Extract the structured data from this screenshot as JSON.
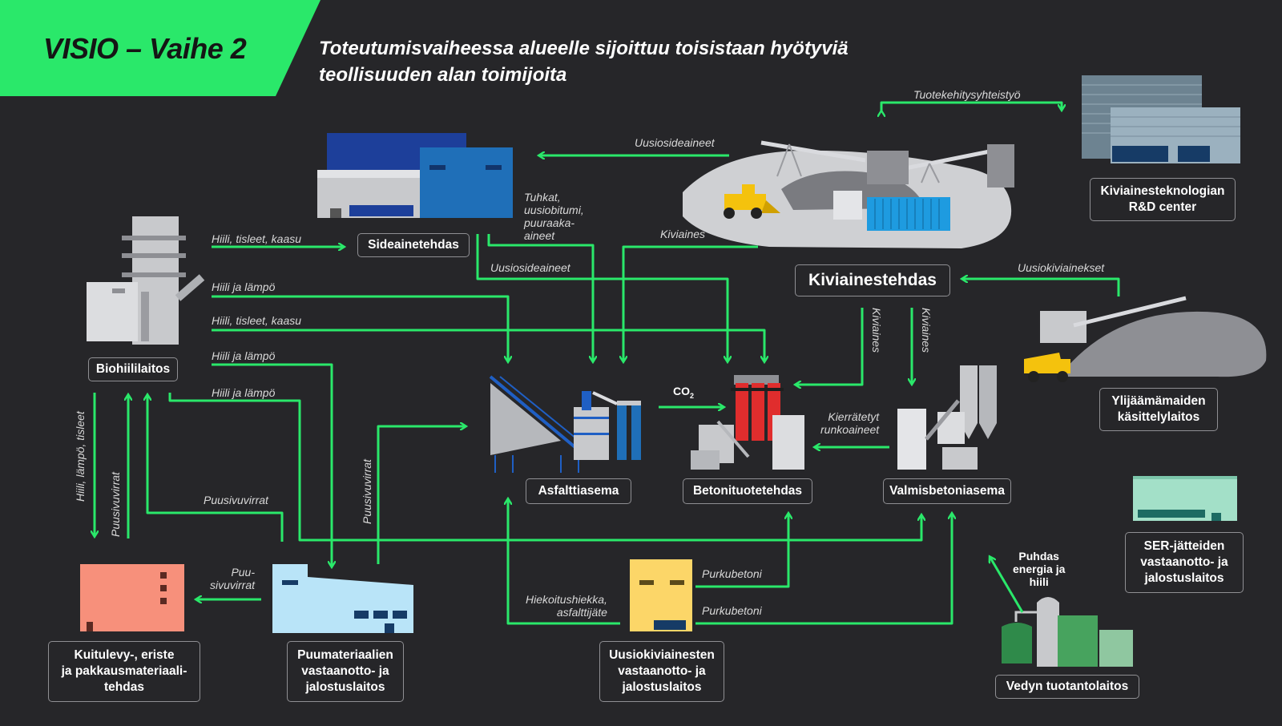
{
  "header": {
    "title": "VISIO – Vaihe 2",
    "subtitle": "Toteutumisvaiheessa  alueelle sijoittuu toisistaan hyötyviä teollisuuden alan toimijoita"
  },
  "colors": {
    "background": "#262629",
    "accent": "#2ae86a",
    "flow": "#2ae86a",
    "text": "#ffffff"
  },
  "nodes": {
    "sideainetehdas": "Sideainetehdas",
    "kiviainestehdas": "Kiviainestehdas",
    "kiviainesteknologian": "Kiviainesteknologian\nR&D center",
    "biohiililaitos": "Biohiililaitos",
    "ylijaama": "Ylijäämämaiden\nkäsittelylaitos",
    "asfalttiasema": "Asfalttiasema",
    "betonituotetehdas": "Betonituotetehdas",
    "valmisbetoniasema": "Valmisbetoniasema",
    "ser": "SER-jätteiden\nvastaanotto- ja\njalostuslaitos",
    "kuitulevy": "Kuitulevy-, eriste\nja pakkausmateriaali-\ntehdas",
    "puumateriaalien": "Puumateriaalien\nvastaanotto- ja\njalostuslaitos",
    "uusiokiviainesten": "Uusiokiviainesten\nvastaanotto- ja\njalostuslaitos",
    "vedyn": "Vedyn tuotantolaitos"
  },
  "flows": {
    "tuotekehitys": "Tuotekehitysyhteistyö",
    "uusiosideaineet_top": "Uusiosideaineet",
    "tuhkat": "Tuhkat,\nuusiobitumi,\npuuraaka-\naineet",
    "kiviaines_top": "Kiviaines",
    "uusiosideaineet_mid": "Uusiosideaineet",
    "uusiokiviainekset": "Uusiokiviainekset",
    "hiili_tisleet_kaasu_1": "Hiili, tisleet, kaasu",
    "hiili_lampo_1": "Hiili ja lämpö",
    "hiili_tisleet_kaasu_2": "Hiili, tisleet, kaasu",
    "hiili_lampo_2": "Hiili ja lämpö",
    "hiili_lampo_3": "Hiili ja lämpö",
    "kiviaines_v1": "Kiviaines",
    "kiviaines_v2": "Kiviaines",
    "co2_main": "CO",
    "co2_sub": "2",
    "kierratetyt": "Kierrätetyt\nrunkoaineet",
    "hiili_lampo_tisleet_v": "Hiili, lämpö, tisleet",
    "puusivuvirrat_v": "Puusivuvirrat",
    "puusivuvirrat_h": "Puusivuvirrat",
    "puusivuvirrat_v2": "Puusivuvirrat",
    "puu_sivuvirrat": "Puu-\nsivuvirrat",
    "purkubetoni_1": "Purkubetoni",
    "purkubetoni_2": "Purkubetoni",
    "hiekoitus": "Hiekoitushiekka,\nasfalttijäte",
    "puhdas_energia": "Puhdas\nenergia ja\nhiili"
  }
}
